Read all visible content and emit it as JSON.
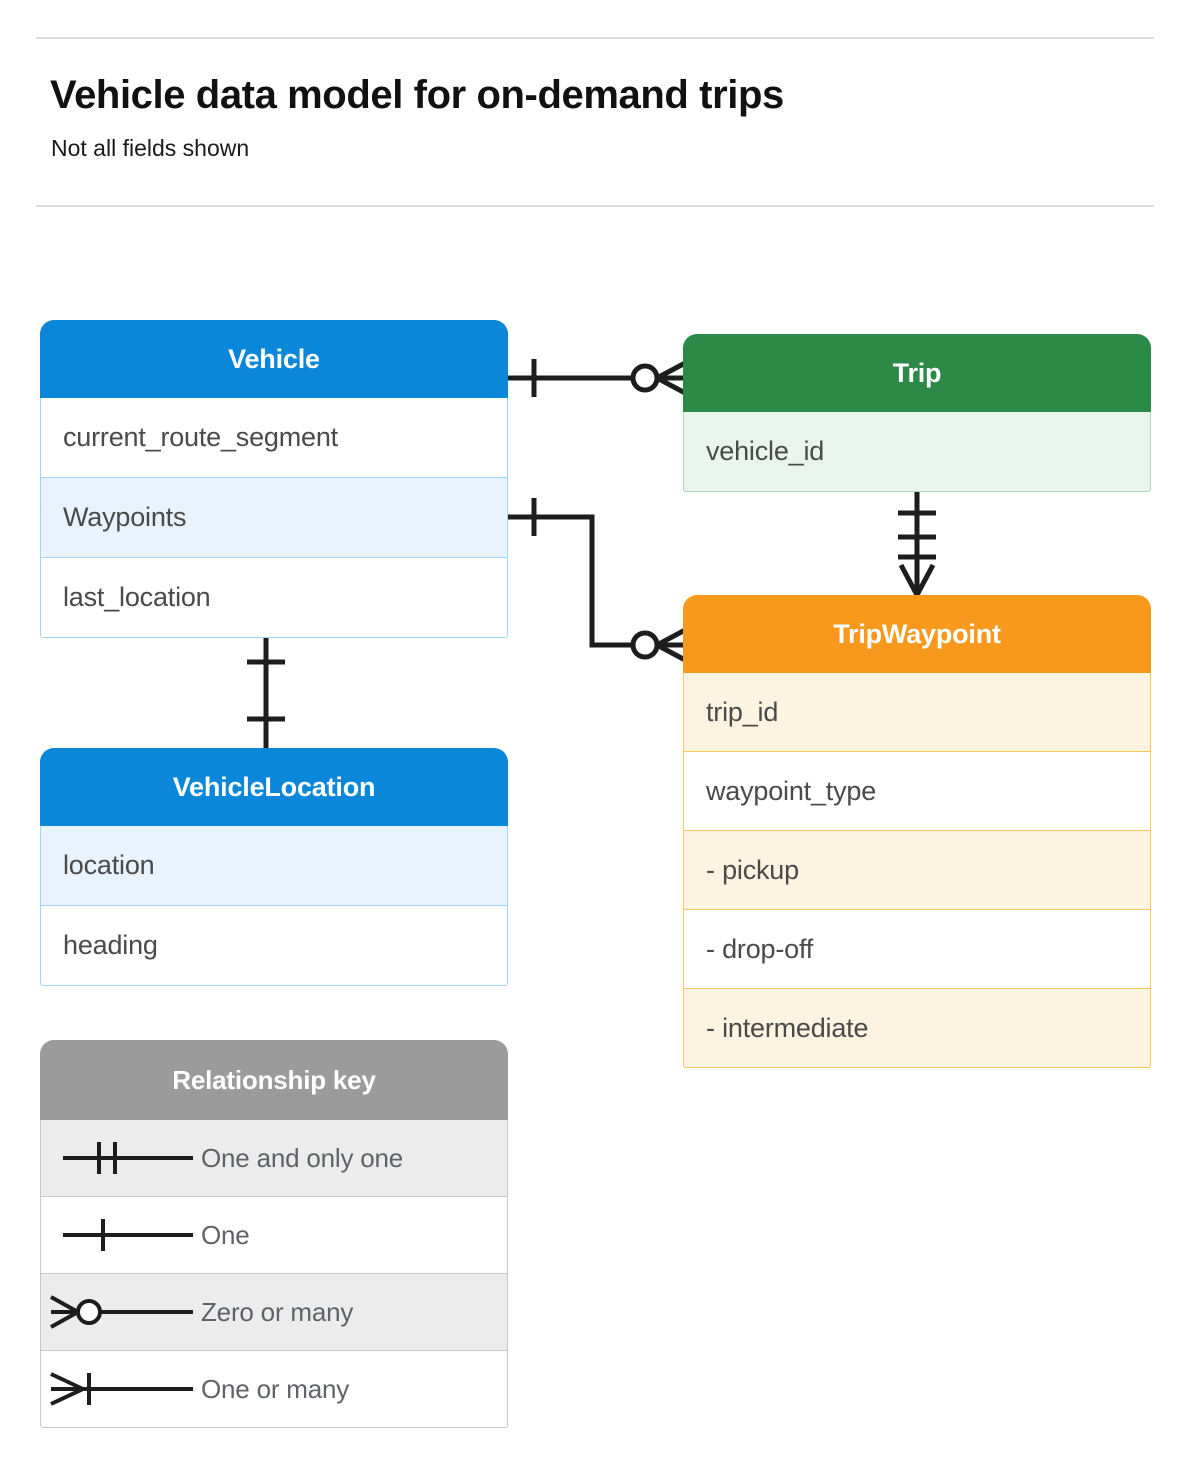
{
  "header": {
    "title": "Vehicle data model for on-demand trips",
    "subtitle": "Not all fields shown"
  },
  "entities": [
    {
      "id": "vehicle",
      "name": "Vehicle",
      "color": "#0b87da",
      "fields": [
        "current_route_segment",
        "Waypoints",
        "last_location"
      ]
    },
    {
      "id": "trip",
      "name": "Trip",
      "color": "#2b8a47",
      "fields": [
        "vehicle_id"
      ]
    },
    {
      "id": "tripwaypoint",
      "name": "TripWaypoint",
      "color": "#f8991d",
      "fields": [
        "trip_id",
        "waypoint_type",
        "-  pickup",
        "-  drop-off",
        "-  intermediate"
      ]
    },
    {
      "id": "vehiclelocation",
      "name": "VehicleLocation",
      "color": "#0b87da",
      "fields": [
        "location",
        "heading"
      ]
    }
  ],
  "legend": {
    "title": "Relationship key",
    "header_color": "#9b9b9b",
    "rows": [
      {
        "symbol": "one-and-only-one",
        "label": "One and only one"
      },
      {
        "symbol": "one",
        "label": "One"
      },
      {
        "symbol": "zero-or-many",
        "label": "Zero or many"
      },
      {
        "symbol": "one-or-many",
        "label": "One or many"
      }
    ]
  },
  "relationships": [
    {
      "from": "Vehicle",
      "to": "Trip",
      "from_cardinality": "One",
      "to_cardinality": "Zero or many"
    },
    {
      "from": "Vehicle.Waypoints",
      "to": "TripWaypoint",
      "from_cardinality": "One",
      "to_cardinality": "Zero or many"
    },
    {
      "from": "Trip",
      "to": "TripWaypoint",
      "from_cardinality": "One and only one",
      "to_cardinality": "One or many"
    },
    {
      "from": "Vehicle.last_location",
      "to": "VehicleLocation",
      "from_cardinality": "One",
      "to_cardinality": "One"
    }
  ]
}
